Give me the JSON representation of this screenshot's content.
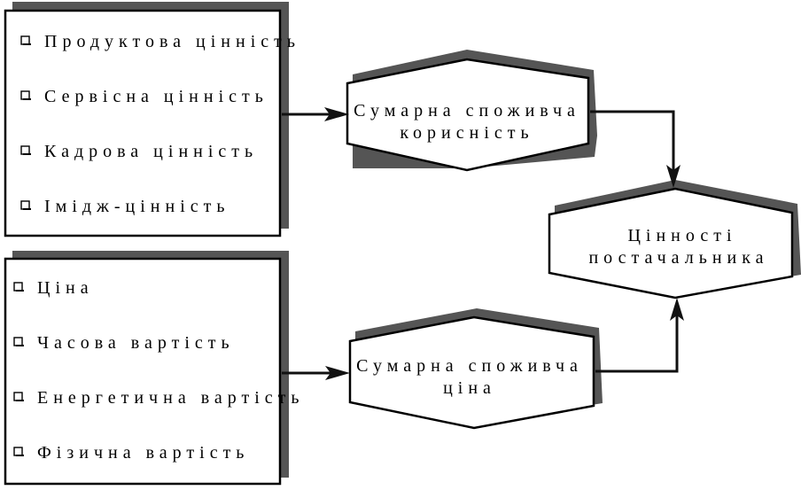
{
  "value_box": {
    "items": [
      {
        "label": "Продуктова цінність"
      },
      {
        "label": "Сервісна цінність"
      },
      {
        "label": "Кадрова цінність"
      },
      {
        "label": "Імідж-цінність"
      }
    ]
  },
  "cost_box": {
    "items": [
      {
        "label": "Ціна"
      },
      {
        "label": "Часова вартість"
      },
      {
        "label": "Енергетична вартість"
      },
      {
        "label": "Фізична вартість"
      }
    ]
  },
  "total_utility": {
    "line1": "Сумарна споживча",
    "line2": "корисність"
  },
  "total_price": {
    "line1": "Сумарна споживча",
    "line2": "ціна"
  },
  "supplier_value": {
    "line1": "Цінності",
    "line2": "постачальника"
  }
}
